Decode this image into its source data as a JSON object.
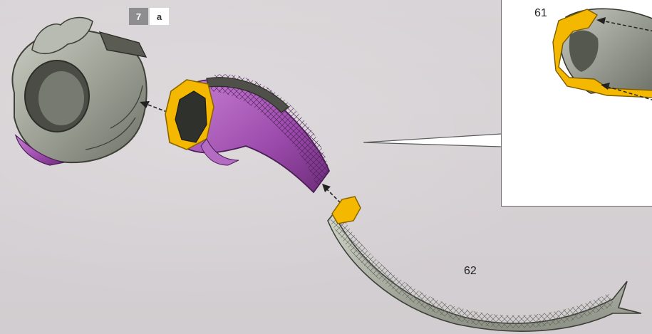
{
  "step": {
    "number": "7",
    "sub": "a"
  },
  "parts": {
    "inset_label": "61",
    "tail_label": "62"
  },
  "colors": {
    "purple": "#a556b3",
    "yellow": "#f5b800",
    "grey": "#9a9d93",
    "background": "#d6d1d4"
  }
}
